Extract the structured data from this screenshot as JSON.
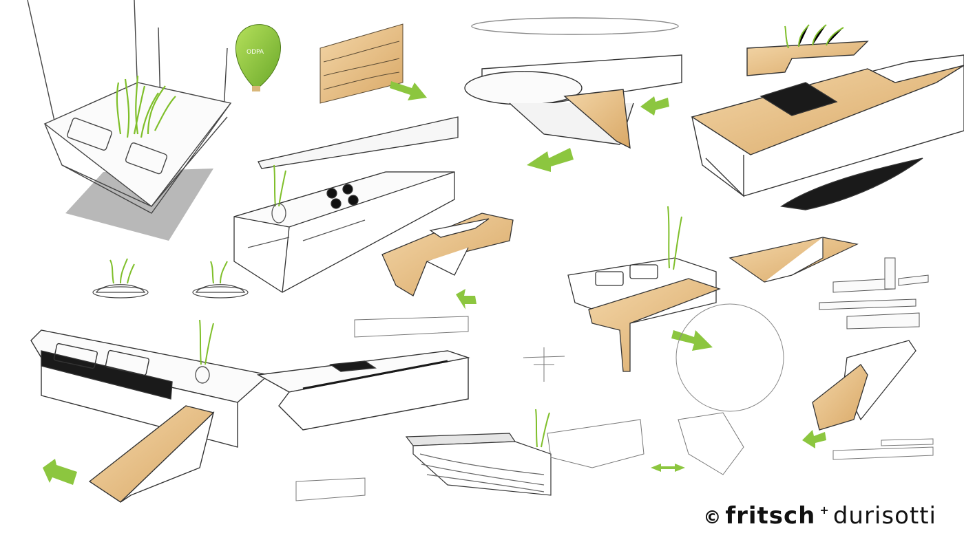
{
  "brand": {
    "copyright": "©",
    "name_primary": "fritsch",
    "separator": "+",
    "name_secondary": "durisotti"
  },
  "colors": {
    "accent_green": "#8cc63f",
    "wood": "#e9c48f",
    "dark": "#1a1a1a",
    "line": "#666666"
  },
  "sketch_labels": {
    "balloon": "ODPA"
  }
}
